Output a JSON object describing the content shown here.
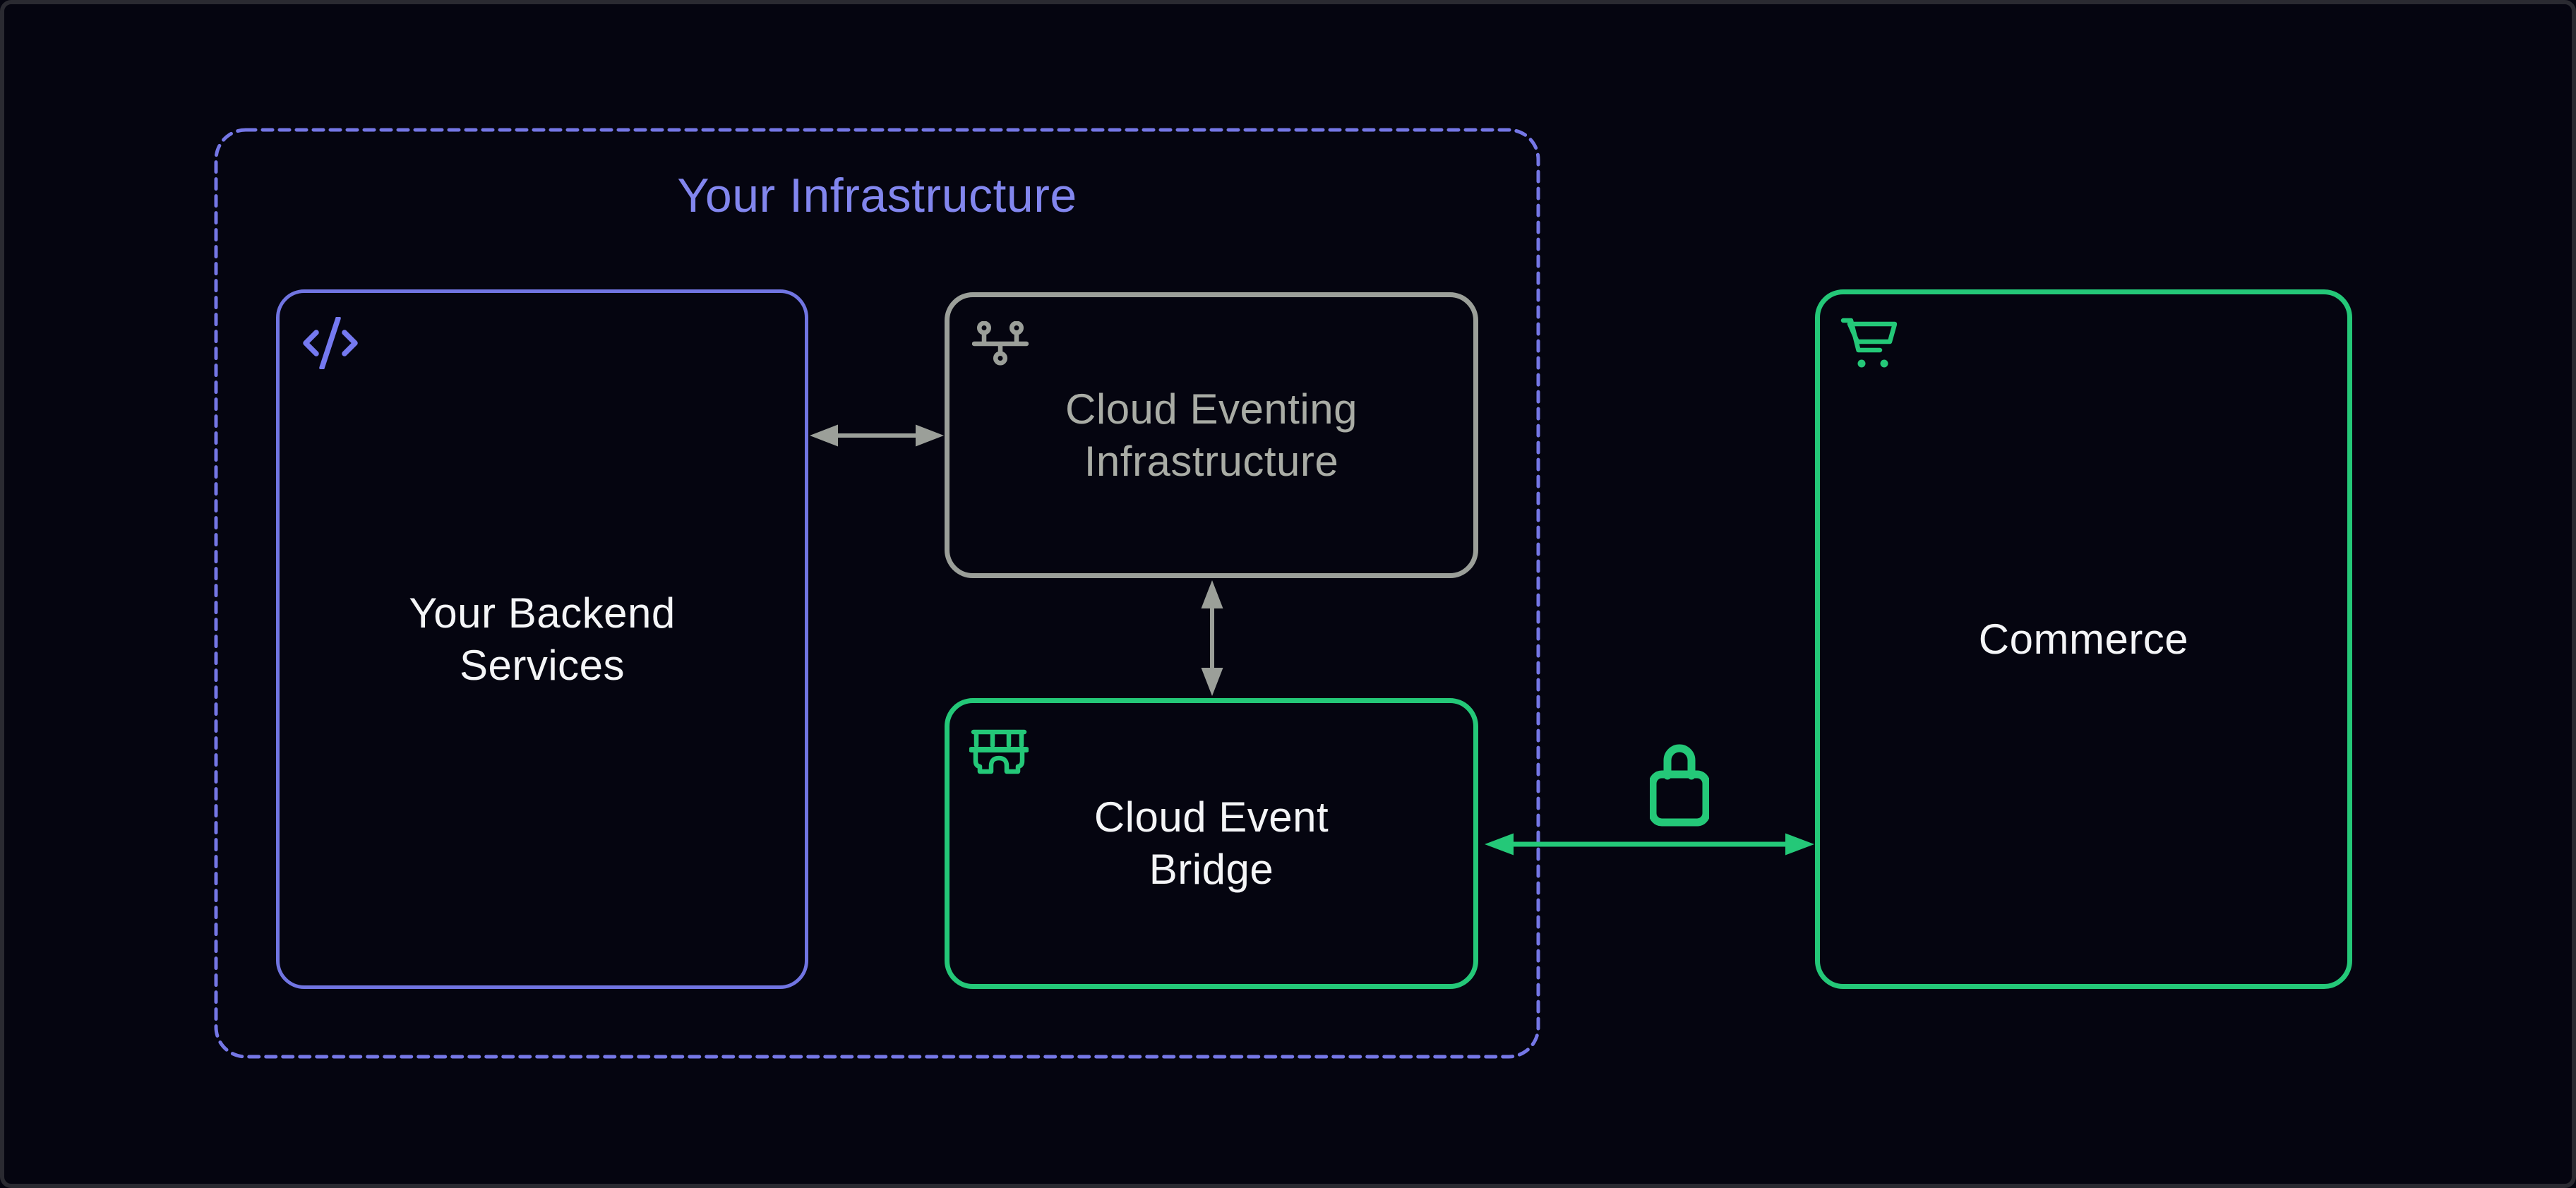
{
  "diagram": {
    "title_area": {
      "infrastructure_group_label": "Your Infrastructure"
    },
    "nodes": {
      "backend": {
        "line1": "Your Backend",
        "line2": "Services",
        "icon": "code-icon",
        "border_color": "#7175e2",
        "icon_color": "#7579f0",
        "text_color": "#f4f5f7"
      },
      "eventing": {
        "line1": "Cloud Eventing",
        "line2": "Infrastructure",
        "icon": "network-icon",
        "border_color": "#9b9f99",
        "icon_color": "#9b9f99",
        "text_color": "#a9aca5"
      },
      "bridge": {
        "line1": "Cloud Event",
        "line2": "Bridge",
        "icon": "bridge-icon",
        "border_color": "#24c878",
        "icon_color": "#24c878",
        "text_color": "#f4f5f7"
      },
      "commerce": {
        "line1": "Commerce",
        "icon": "cart-icon",
        "border_color": "#24c878",
        "icon_color": "#24c878",
        "text_color": "#f4f5f7"
      }
    },
    "edges": {
      "backend_eventing": {
        "type": "double-arrow",
        "direction": "horizontal",
        "color": "#9b9f99"
      },
      "eventing_bridge": {
        "type": "double-arrow",
        "direction": "vertical",
        "color": "#9b9f99"
      },
      "bridge_commerce": {
        "type": "double-arrow",
        "direction": "horizontal",
        "color": "#24c878",
        "badge": "lock-icon"
      }
    },
    "colors": {
      "background": "#050510",
      "frame_border": "#2a2a31",
      "group_dash": "#7577e6",
      "group_title": "#8286ee",
      "purple_border": "#7175e2",
      "gray": "#9b9f99",
      "green": "#24c878",
      "white_text": "#f4f5f7"
    }
  }
}
